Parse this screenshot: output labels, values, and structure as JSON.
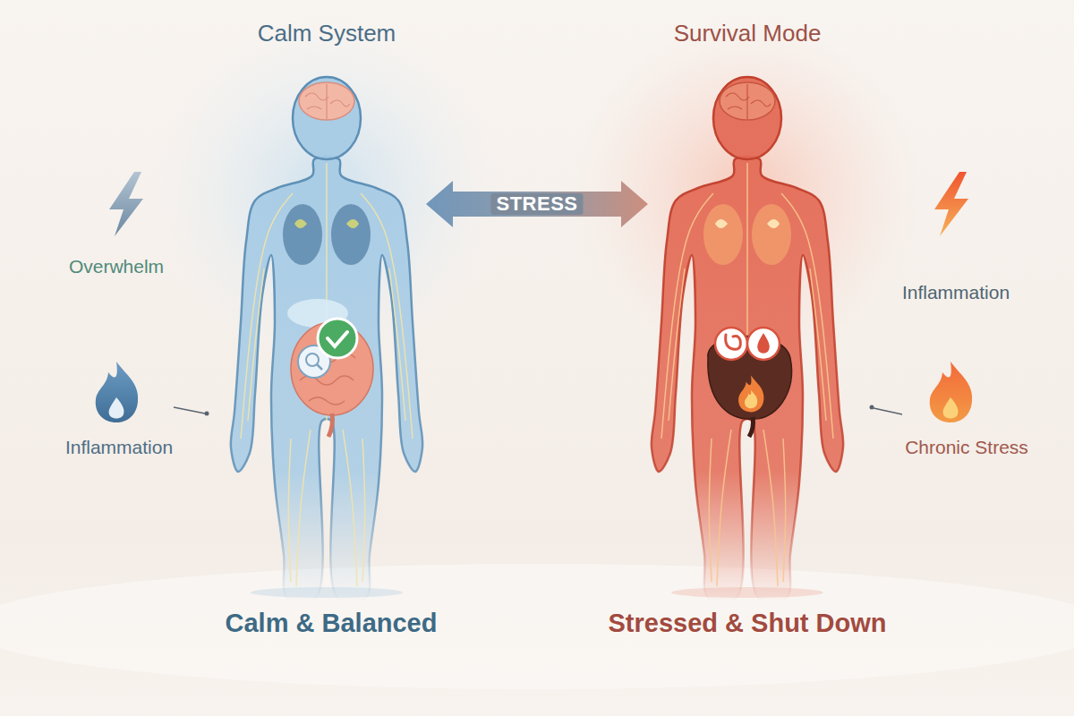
{
  "diagram": {
    "nodes": [
      {
        "text": [
          "Calm System"
        ]
      },
      {
        "text": [
          "Survival Mode"
        ]
      }
    ],
    "edges": [
      {
        "from": 0,
        "to": 1,
        "label": "STRESS",
        "arrow": "both"
      }
    ],
    "labels": [
      "Overwhelm",
      "Inflammation",
      "Inflammation",
      "Chronic Stress",
      "Calm & Balanced",
      "Stressed & Shut Down"
    ]
  }
}
